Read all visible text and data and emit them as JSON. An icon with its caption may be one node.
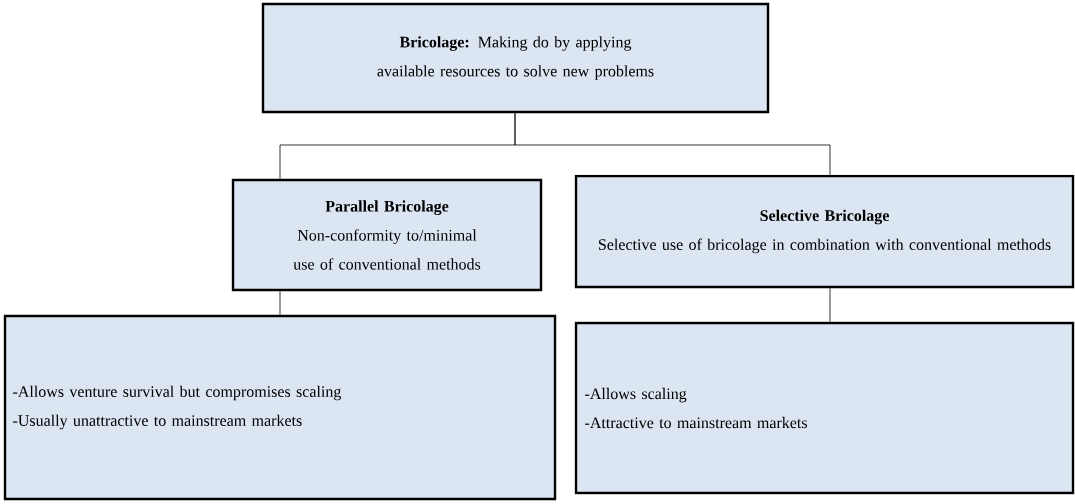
{
  "diagram": {
    "nodes": [
      {
        "text": [
          "**Bricolage:** Making do by applying available resources to solve new problems"
        ]
      },
      {
        "text": [
          "Parallel Bricolage",
          "Non-conformity to/minimal use of conventional methods"
        ]
      },
      {
        "text": [
          "Selective Bricolage",
          "Selective use of bricolage in combination with conventional methods"
        ]
      },
      {
        "text": [
          "-Allows  venture survival but compromises scaling",
          "-Usually unattractive to mainstream markets"
        ]
      },
      {
        "text": [
          "-Allows  scaling",
          "-Attractive to mainstream markets"
        ]
      }
    ],
    "edges": [
      {
        "from": 0,
        "to": 1,
        "arrow": "none"
      },
      {
        "from": 0,
        "to": 2,
        "arrow": "none"
      },
      {
        "from": 1,
        "to": 3,
        "arrow": "none"
      },
      {
        "from": 2,
        "to": 4,
        "arrow": "none"
      }
    ]
  }
}
